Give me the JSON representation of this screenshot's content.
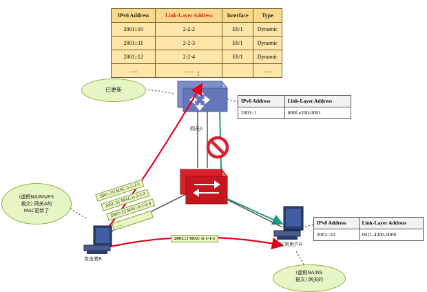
{
  "neighbor_table": {
    "headers": [
      "IPv6 Address",
      "Link-Layer Address",
      "Interface",
      "Type"
    ],
    "rows": [
      [
        "2001::10",
        "2-2-2",
        "E0/1",
        "Dynamic"
      ],
      [
        "2001::11",
        "2-2-3",
        "E0/1",
        "Dynamic"
      ],
      [
        "2001::12",
        "2-2-4",
        "E0/1",
        "Dynamic"
      ],
      [
        "......",
        "......",
        "",
        "......"
      ]
    ]
  },
  "gateway_table": {
    "headers": [
      "IPv6 Address",
      "Link-Layer Address"
    ],
    "row": [
      "2001::1",
      "000f-e200-0001"
    ]
  },
  "user_table": {
    "headers": [
      "IPv6 Address",
      "Link-Layer Address"
    ],
    "row": [
      "2001::10",
      "0011-4300-0000"
    ]
  },
  "clouds": {
    "updated": "已更新",
    "attacker": "(虚假NA/NS/RS\n报文) 网关A的\nMAC更新了",
    "victim": "(虚假NA/NS\n报文) 网关的"
  },
  "banners": {
    "b1": "2001::10 MAC is 2-2-2",
    "b2": "2001::11 MAC is 2-2-3",
    "b3": "2001::12 MAC is 2-2-4",
    "b4": "......",
    "b5": "2001::1 MAC is 1-1-1"
  },
  "labels": {
    "gateway": "网关A",
    "attacker": "攻击者B",
    "user": "正常用户A"
  },
  "colors": {
    "red_arrow": "#e0001a",
    "teal_arrow": "#1e9a86",
    "router": "#7e8fc8",
    "switch": "#d8212a",
    "cloud": "#e5f5c4"
  }
}
